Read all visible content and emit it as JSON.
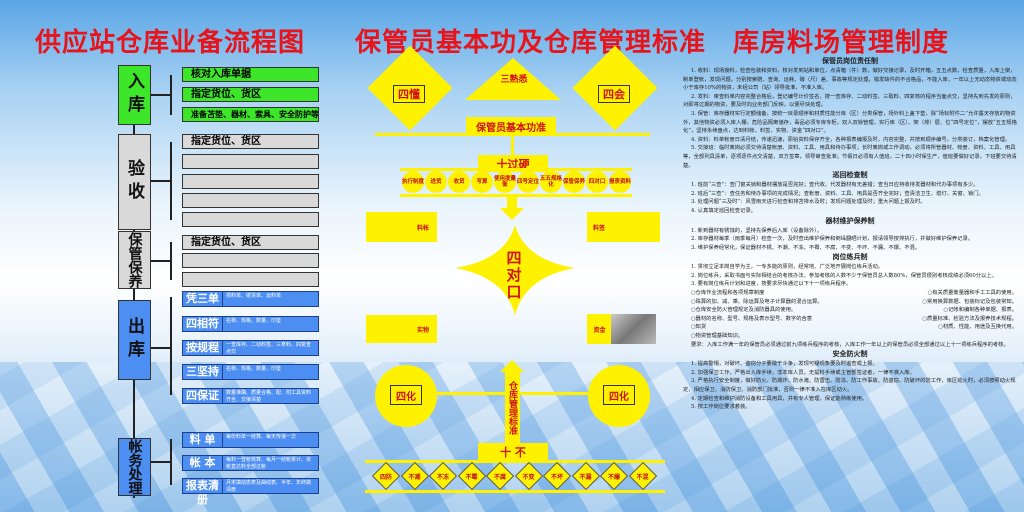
{
  "titles": {
    "left": "供应站仓库业备流程图",
    "middle": "保管员基本功及仓库管理标准",
    "right": "库房料场管理制度"
  },
  "flow": {
    "inbound": {
      "label": "入库",
      "items": [
        "核对入库单据",
        "指定货位、货区",
        "准备苫垫、器材、索具、安全防护等"
      ]
    },
    "inspection": {
      "label": "验收",
      "items": [
        "指定货位、货区",
        "",
        "",
        "",
        ""
      ]
    },
    "storage": {
      "label": "保管保养",
      "items": [
        "指定货位、货区",
        "",
        ""
      ]
    },
    "outbound": {
      "label": "出库",
      "items": [
        {
          "key": "凭三单",
          "desc": "领料单、拨货单、运料单"
        },
        {
          "key": "四相符",
          "desc": "名称、规格、数量、印鉴"
        },
        {
          "key": "按规程",
          "desc": "一查库存、二动料签、三拿料、四复查点交"
        },
        {
          "key": "三坚持",
          "desc": "名称、规格、数量、印鉴"
        },
        {
          "key": "四保证",
          "desc": "数量准确、质量合格、配、附工具资料齐全、交接清楚"
        }
      ]
    },
    "accounting": {
      "label": "帐务处理",
      "items": [
        {
          "key": "料 单",
          "desc": "每份料单一结算、每天传递一次"
        },
        {
          "key": "帐 本",
          "desc": "每料一登帐核算、每月一结帐累计、资帐直达料全部过帐"
        },
        {
          "key": "报表清册",
          "desc": "月末填动态表及曲线表、半年、年终做清册"
        }
      ]
    }
  },
  "standards": {
    "four_understand": "四懂",
    "three_familiar": "三熟悉",
    "four_can": "四会",
    "basic": "保管员基本功准",
    "ten_hard": "十过硬",
    "ten_items": [
      "执行制度",
      "进货",
      "收货",
      "写算",
      "使用度量衡",
      "四号定位",
      "五五规格化",
      "保管保养",
      "四对口",
      "报表资料"
    ],
    "ledger": "料帐",
    "tag": "料签",
    "goods": "实物",
    "funds": "资金",
    "four_match": "四对口",
    "four_ize": "四化",
    "management": "仓库管理标准",
    "ten_no": "十 不",
    "ten_no_items": [
      "四防",
      "不潮",
      "不冻",
      "不霉",
      "不腐",
      "不变",
      "不坏",
      "不漏",
      "不爆",
      "不混"
    ],
    "accent": "#fff200",
    "text_red": "#d0121b"
  },
  "rules": [
    {
      "title": "保管员岗位责任制",
      "paras": [
        "1. 收料：现场接料，检查包装和资料，核对发到站和单位，点清箱（件）数，做好交接记录，及时开箱，五五点数，检查质量，入库上架，制单登帐，发现问题，分别按索赔、查询、运耗、磅（尺）差、事故等规定处理，错发缺件的不合格品，不能入库，一年以上无动态物资或动态小于库存10%的物资，未经公司（站）领导批准，不准入库。",
        "2. 发料：审查料单内容完整合格后，登记编号计价签名，按一查库存、二动料签、三取料、四复核的程序当面点交，坚持先到先发的原则，对即将过期的物资，要及时向业务部门反映，以便尽快处理。",
        "3. 保管：库存器材实行定额储备，按统一目录顺序和材质性能分库（区）分类保管，场外料上盖下垫，除“场标附件二”允许露天存放的物资外，其他物资必须入库入棚，危险品隔离储存，毒品必须专库专柜，双人双锁管理，实行库（区）、架（排）层、位“四号定位”，摆放“五五规格化”，坚持永续盘点，达到料帐、料签、实物、资金“四对口”。",
        "4. 资料：料单帐册日清月结，传递迅速，原始资料保存齐全，各种报表编报及时，内容完整，并按到顺序编号，分类装订，档案化管理。",
        "5. 交接班：临时离岗必须交待清楚帐册、资料、工具、用具和待办事项；长时离岗或工作调动，必须将所管器材、帐册、资料、工具、用具等，全部列具清单，逐项逐件点交清楚，双方签章，领导审查批准；节假日必须有人值班，二十四小时保生产，值班要做好记录，下班要交待清楚。"
      ]
    },
    {
      "title": "巡回检查制",
      "paras": [
        "1. 班前“三查”：查门窗关锁和器材摆放是否完好；查代收、代发器材有无差错；查当日应持收待发器材和代办事项有多少。",
        "2. 班后“三查”：查任务和待办事项的完成情况；查帐册、资料、工具、用具是否齐全完好；查清洁卫生、熄灯、关窗、锁门。",
        "3. 处理问题“三及时”：风雪雨天进行检查和排苫排水及时；发现问题处理及时；重大问题上报及时。",
        "4. 认真填定巡回检查记录。"
      ]
    },
    {
      "title": "器材维护保养制",
      "paras": [
        "1. 新到器材有锈蚀的，坚持先保养后入库（设备除外）。",
        "2. 库存器材每季（雨季每月）检查一次，及时查出维护保养和倒垛翻晒计划，报请领导按排执行，并做好维护保养记录。",
        "3. 维护保养经常化，保证器材不锈、不潮、不冻、不霉、不腐、不变、不坏、不漏、不爆、不混。"
      ]
    },
    {
      "title": "岗位练兵制",
      "paras": [
        "1. 贯彻立足本岗自学为主，一专多能的原则，经常地、广泛地开展岗位练兵活动。",
        "2. 岗位练兵，采取书面与实际相结合的考核办法，参加考核的人数不少于保管员总人数80%，保管员很别考核成绩必须60分以上。",
        "3. 要有岗位练兵计划和进度，按要求尽快通过以下十一项练兵程序。"
      ],
      "list": [
        "○仓库作业流程和各项规章制度",
        "○有关质量衡量器和手工工具的使用。",
        "○珠算的加、减、乘、除运算及电子计算器的混合运算。",
        "○常用换算数据、包装标记及包装常知。",
        "○仓库安全防火管理规定及消防器具的使用。",
        "○记帐和编制各种单据、报表。",
        "○器材的名称、型号、规格及表示型号、数字的含意",
        "○质量标准、检验方法及报养技术规程。",
        "○知货",
        "○材质、性能、用途及互换代用。",
        "○物资管理基础知识。"
      ],
      "note": "要求：入库工作满一年的保管员必须通过前九项练兵程序的考核，入库工作一年以上的保管员必须全部通过以上十一项练兵程序的考核。"
    },
    {
      "title": "安全防火制",
      "paras": [
        "1. 提高警惕，对破坏、盗窃分子要敢于斗争，发现可疑现象要及时追查或上报。",
        "2. 加强保卫工作，严格出入库手续，非本库人员，无提料手续或主管部签证者，一律不准入库。",
        "3. 严格执行安全制度，做好防火、防爆炸、防水淹、防雷击、防冻、防工作事故、防盗窃、防破坏的防工作，库区动火时，必须按照动火规定，相应保卫、消防保卫、消防部门批准，否则一律不准入在库区动火。",
        "4. 定期检查和维护消防设备和工具用具，并有专人管理，保证能熟练使用。",
        "5. 按工作岗位要求着装。"
      ]
    }
  ]
}
